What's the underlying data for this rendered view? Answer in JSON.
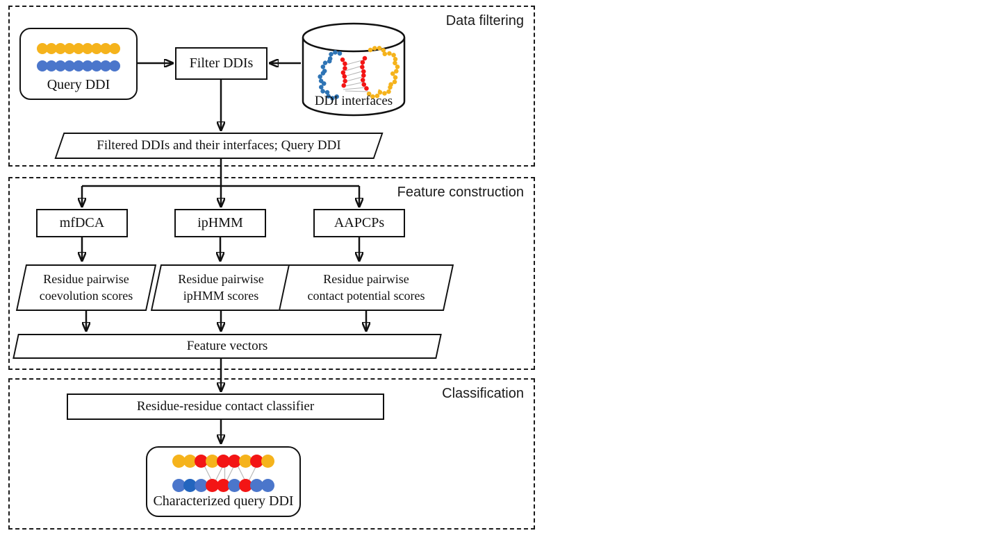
{
  "colors": {
    "yellow": "#F5B31C",
    "blue": "#4B76CB",
    "dark_blue": "#2365BE",
    "red": "#F31515",
    "contact_line": "#B9B9B9",
    "outline": "#111111"
  },
  "sections": [
    {
      "id": "data-filtering",
      "label": "Data filtering"
    },
    {
      "id": "feature-construction",
      "label": "Feature construction"
    },
    {
      "id": "classification",
      "label": "Classification"
    }
  ],
  "nodes": {
    "query_ddi": {
      "label": "Query DDI",
      "dots_top": [
        "yellow",
        "yellow",
        "yellow",
        "yellow",
        "yellow",
        "yellow",
        "yellow",
        "yellow",
        "yellow"
      ],
      "dots_bottom": [
        "blue",
        "blue",
        "blue",
        "blue",
        "blue",
        "blue",
        "blue",
        "blue",
        "blue"
      ]
    },
    "filter_ddis": {
      "label": "Filter DDIs"
    },
    "ddi_interfaces": {
      "label": "DDI interfaces"
    },
    "filtered_ddis": {
      "label": "Filtered DDIs and their interfaces; Query DDI"
    },
    "mfdca": {
      "label": "mfDCA"
    },
    "iphmm": {
      "label": "ipHMM"
    },
    "aapcps": {
      "label": "AAPCPs"
    },
    "coevolution_scores": {
      "line1": "Residue pairwise",
      "line2": "coevolution scores"
    },
    "iphmm_scores": {
      "line1": "Residue pairwise",
      "line2": "ipHMM scores"
    },
    "contact_potential_scores": {
      "line1": "Residue pairwise",
      "line2": "contact potential scores"
    },
    "feature_vectors": {
      "label": "Feature vectors"
    },
    "classifier": {
      "label": "Residue-residue contact classifier"
    },
    "characterized_ddi": {
      "label": "Characterized query DDI",
      "dots_top": [
        "yellow",
        "yellow",
        "red",
        "yellow",
        "red",
        "red",
        "yellow",
        "red",
        "yellow"
      ],
      "dots_bottom": [
        "blue",
        "dark_blue",
        "blue",
        "red",
        "red",
        "blue",
        "red",
        "blue",
        "blue"
      ],
      "contacts": [
        [
          2,
          3
        ],
        [
          4,
          3
        ],
        [
          4,
          4
        ],
        [
          5,
          4
        ],
        [
          5,
          6
        ],
        [
          7,
          6
        ]
      ]
    }
  }
}
